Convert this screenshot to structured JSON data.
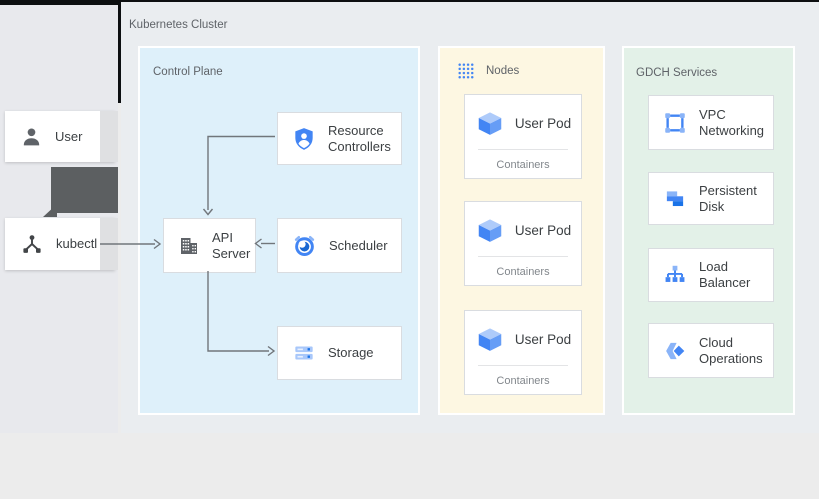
{
  "cluster": {
    "label": "Kubernetes Cluster"
  },
  "actors": {
    "user": {
      "label": "User"
    },
    "kubectl": {
      "label": "kubectl"
    }
  },
  "control_plane": {
    "label": "Control Plane",
    "resource_controllers": {
      "line1": "Resource",
      "line2": "Controllers"
    },
    "api_server": {
      "line1": "API",
      "line2": "Server"
    },
    "scheduler": {
      "label": "Scheduler"
    },
    "storage": {
      "label": "Storage"
    }
  },
  "nodes": {
    "label": "Nodes",
    "pods": [
      {
        "label": "User Pod",
        "sublabel": "Containers"
      },
      {
        "label": "User Pod",
        "sublabel": "Containers"
      },
      {
        "label": "User Pod",
        "sublabel": "Containers"
      }
    ]
  },
  "gdch": {
    "label": "GDCH Services",
    "services": [
      {
        "line1": "VPC",
        "line2": "Networking"
      },
      {
        "line1": "Persistent",
        "line2": "Disk"
      },
      {
        "line1": "Load",
        "line2": "Balancer"
      },
      {
        "line1": "Cloud",
        "line2": "Operations"
      }
    ]
  },
  "colors": {
    "control_plane_bg": "#def0fa",
    "nodes_bg": "#fdf7e2",
    "gdch_bg": "#e3f1e8",
    "cluster_bg": "#eaedf0",
    "icon_blue": "#4285f4",
    "icon_blue_light": "#8ab4f8",
    "icon_gray": "#5f6368",
    "arrow_gray": "#71767b",
    "big_arrow_gray": "#5c5f61"
  }
}
